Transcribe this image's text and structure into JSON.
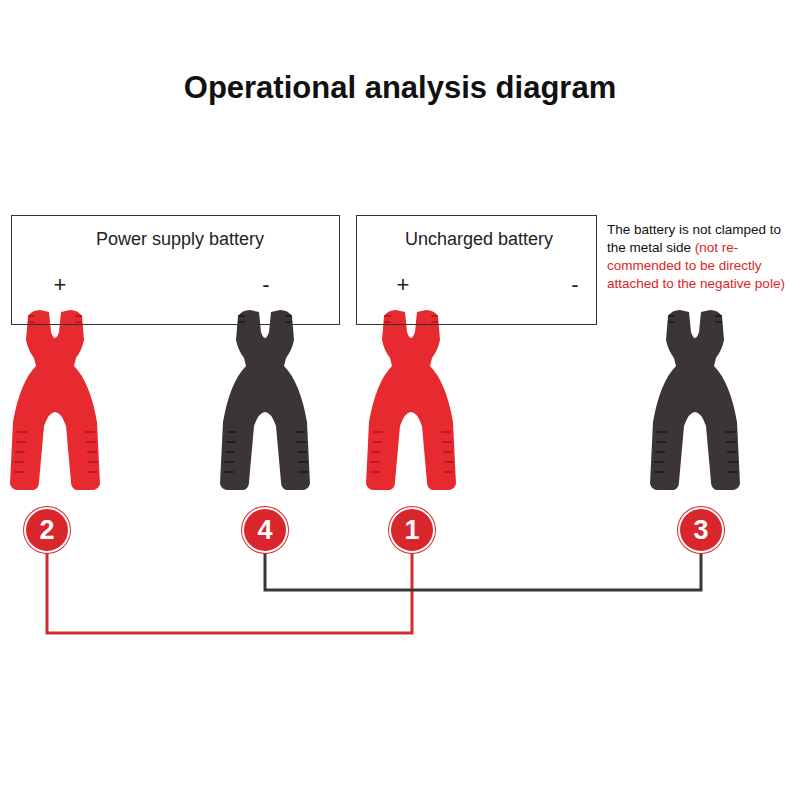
{
  "diagram": {
    "title": "Operational analysis diagram",
    "nodes": [
      {
        "text": [
          "Power supply battery",
          "+",
          "-"
        ]
      },
      {
        "text": [
          "Uncharged battery",
          "+",
          "-"
        ]
      },
      {
        "text": [
          "2"
        ]
      },
      {
        "text": [
          "4"
        ]
      },
      {
        "text": [
          "1"
        ]
      },
      {
        "text": [
          "3"
        ]
      }
    ],
    "edges": [
      {
        "from": 2,
        "to": 4,
        "arrow": "none"
      },
      {
        "from": 3,
        "to": 5,
        "arrow": "none"
      }
    ],
    "labels": [
      "The battery is not clamped to the metal side",
      "(not re-commended to be directly attached to the negative pole)"
    ]
  }
}
